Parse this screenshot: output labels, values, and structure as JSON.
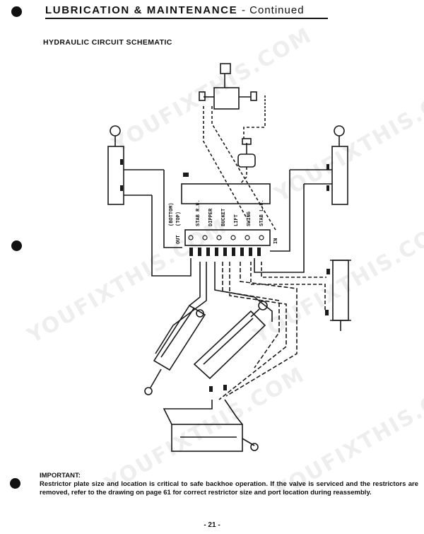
{
  "header": {
    "title": "LUBRICATION & MAINTENANCE",
    "continued": "- Continued"
  },
  "section_title": "HYDRAULIC CIRCUIT SCHEMATIC",
  "schematic": {
    "valve_labels": [
      "STAB L.H.",
      "SWING",
      "LIFT",
      "BUCKET",
      "DIPPER",
      "STAB R.H."
    ],
    "side_labels": [
      "(BOTTOM)",
      "(TOP)"
    ],
    "port_out": "OUT",
    "port_in": "IN"
  },
  "note": {
    "heading": "IMPORTANT:",
    "text": "Restrictor plate size and location is critical to safe backhoe operation. If the valve is serviced and the restrictors are removed, refer to the drawing on page 61 for correct restrictor size and port location during reassembly."
  },
  "page_number": "- 21 -",
  "watermark": "YOUFIXTHIS.COM"
}
